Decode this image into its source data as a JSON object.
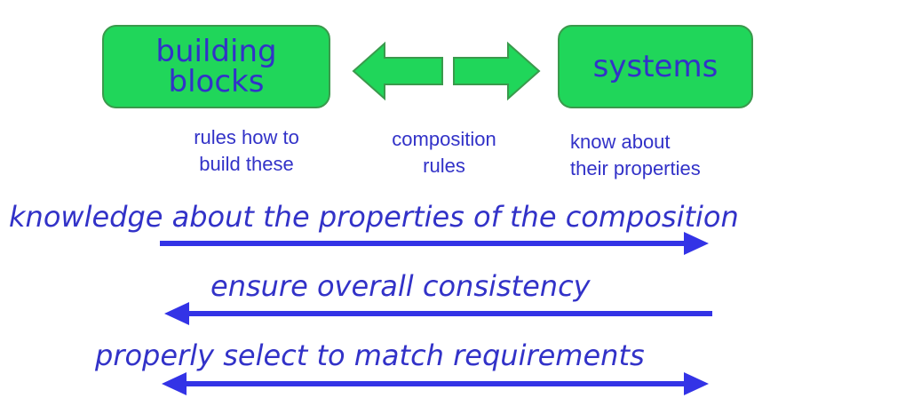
{
  "boxes": {
    "building_blocks": {
      "line1": "building",
      "line2": "blocks"
    },
    "systems": "systems"
  },
  "captions": {
    "building_blocks": {
      "line1": "rules how to",
      "line2": "build these"
    },
    "composition": {
      "line1": "composition",
      "line2": "rules"
    },
    "systems": {
      "line1": "know about",
      "line2": "their properties"
    }
  },
  "statements": {
    "knowledge": "knowledge about the properties of the composition",
    "consistency": "ensure overall consistency",
    "select": "properly select to match requirements"
  },
  "colors": {
    "box_fill": "#20d65a",
    "box_border": "#3a9a4c",
    "text": "#3232c8",
    "arrow": "#3333e6"
  }
}
